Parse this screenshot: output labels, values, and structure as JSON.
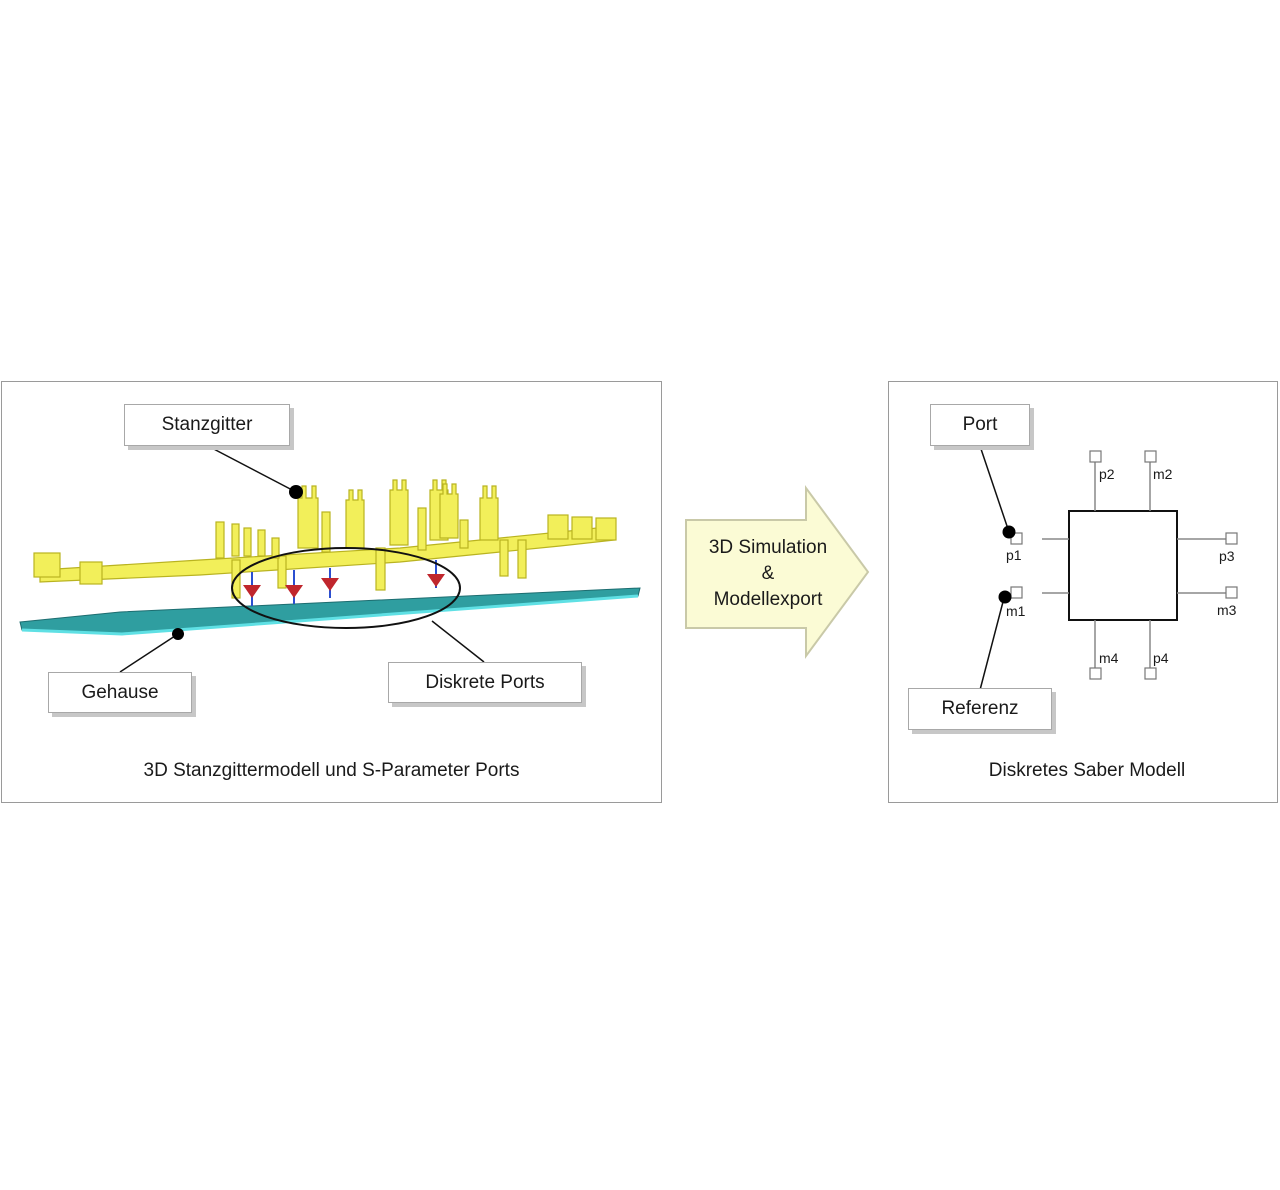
{
  "left_panel": {
    "labels": {
      "stanzgitter": "Stanzgitter",
      "gehaeuse": "Gehause",
      "diskrete_ports": "Diskrete Ports"
    },
    "caption": "3D Stanzgittermodell und S-Parameter Ports"
  },
  "arrow": {
    "line1": "3D Simulation",
    "line2": "&",
    "line3": "Modellexport"
  },
  "right_panel": {
    "labels": {
      "port": "Port",
      "referenz": "Referenz"
    },
    "pins": {
      "p1": "p1",
      "m1": "m1",
      "p2": "p2",
      "m2": "m2",
      "p3": "p3",
      "m3": "m3",
      "m4": "m4",
      "p4": "p4"
    },
    "caption": "Diskretes Saber Modell"
  },
  "colors": {
    "leadframe": "#f2ef5a",
    "leadframe_outline": "#b9b320",
    "housing_plate": "#2f9ea0",
    "housing_edge": "#5fe0e4",
    "port_marker": "#c0262d",
    "arrow_fill": "#fbfbd5"
  }
}
